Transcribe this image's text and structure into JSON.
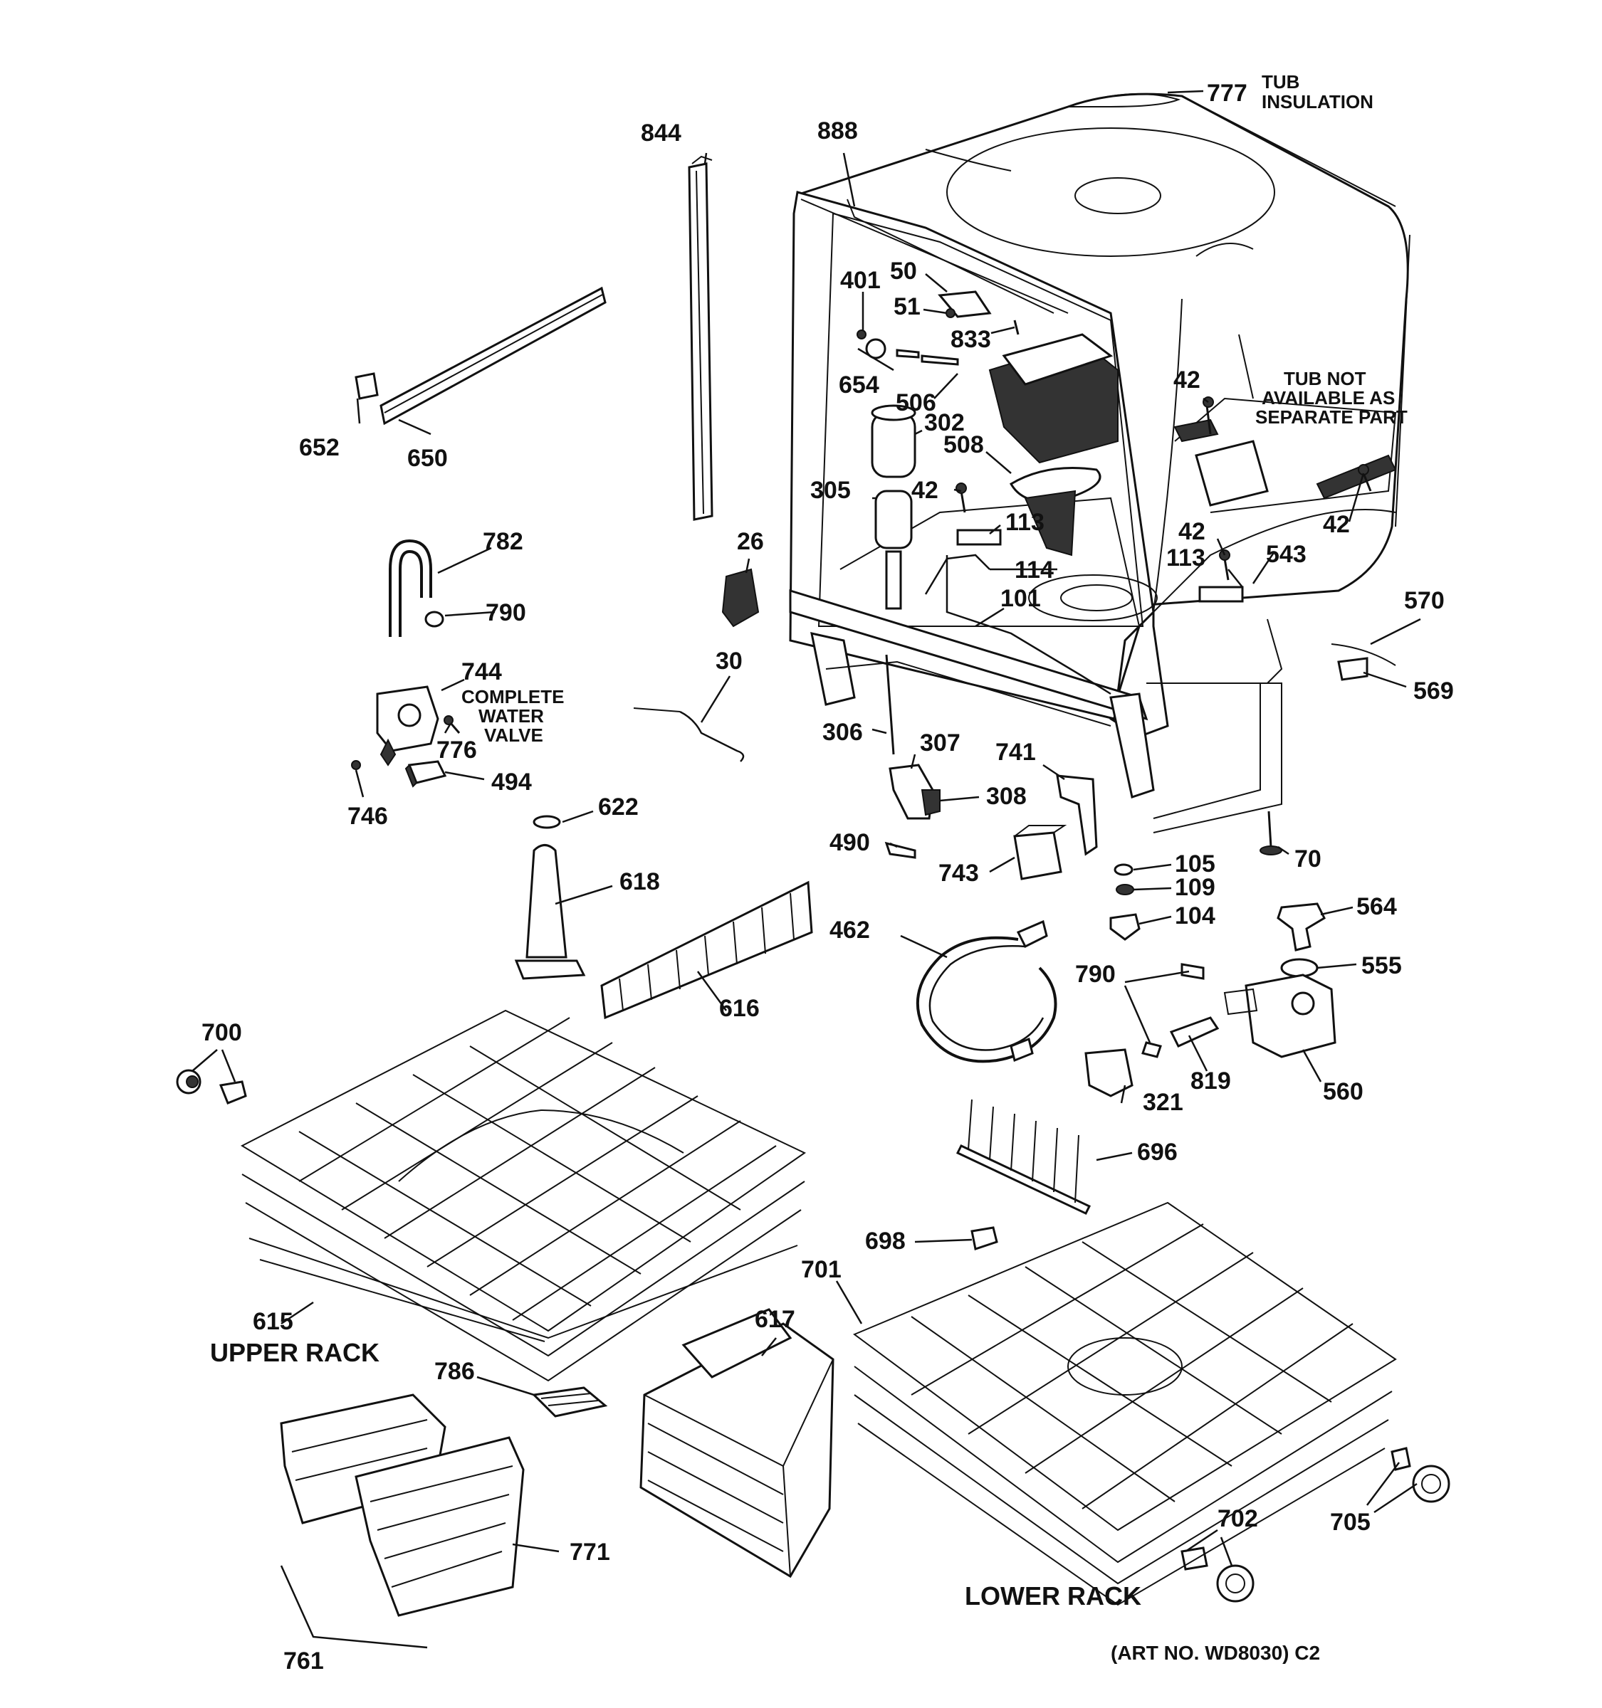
{
  "diagram": {
    "parts": [
      {
        "id": "777",
        "caption": [
          "TUB",
          "INSULATION"
        ]
      },
      {
        "id": "844"
      },
      {
        "id": "888"
      },
      {
        "id": "50"
      },
      {
        "id": "401"
      },
      {
        "id": "51"
      },
      {
        "id": "833"
      },
      {
        "id": "654"
      },
      {
        "id": "506"
      },
      {
        "id": "302"
      },
      {
        "id": "508"
      },
      {
        "id": "42a",
        "label": "42"
      },
      {
        "id": "42b",
        "label": "42"
      },
      {
        "id": "42c",
        "label": "42"
      },
      {
        "id": "42d",
        "label": "42"
      },
      {
        "id": "tubnote",
        "caption": [
          "TUB NOT",
          "AVAILABLE AS",
          "SEPARATE PART"
        ]
      },
      {
        "id": "652"
      },
      {
        "id": "650"
      },
      {
        "id": "305"
      },
      {
        "id": "113a",
        "label": "113"
      },
      {
        "id": "113b",
        "label": "113"
      },
      {
        "id": "543"
      },
      {
        "id": "114"
      },
      {
        "id": "101"
      },
      {
        "id": "782"
      },
      {
        "id": "790a",
        "label": "790"
      },
      {
        "id": "26"
      },
      {
        "id": "570"
      },
      {
        "id": "569"
      },
      {
        "id": "30"
      },
      {
        "id": "744",
        "caption": [
          "COMPLETE",
          "WATER",
          "VALVE"
        ]
      },
      {
        "id": "776"
      },
      {
        "id": "494"
      },
      {
        "id": "746"
      },
      {
        "id": "306"
      },
      {
        "id": "307"
      },
      {
        "id": "741"
      },
      {
        "id": "308"
      },
      {
        "id": "490"
      },
      {
        "id": "743"
      },
      {
        "id": "622"
      },
      {
        "id": "618"
      },
      {
        "id": "105"
      },
      {
        "id": "109"
      },
      {
        "id": "104"
      },
      {
        "id": "70"
      },
      {
        "id": "564"
      },
      {
        "id": "555"
      },
      {
        "id": "462"
      },
      {
        "id": "616"
      },
      {
        "id": "790b",
        "label": "790"
      },
      {
        "id": "819"
      },
      {
        "id": "321"
      },
      {
        "id": "560"
      },
      {
        "id": "700"
      },
      {
        "id": "696"
      },
      {
        "id": "698"
      },
      {
        "id": "701"
      },
      {
        "id": "615"
      },
      {
        "id": "617"
      },
      {
        "id": "786"
      },
      {
        "id": "771"
      },
      {
        "id": "761"
      },
      {
        "id": "702"
      },
      {
        "id": "705"
      }
    ],
    "section_titles": {
      "upper_rack": "UPPER RACK",
      "lower_rack": "LOWER RACK"
    },
    "art_number": "(ART NO. WD8030) C2"
  }
}
